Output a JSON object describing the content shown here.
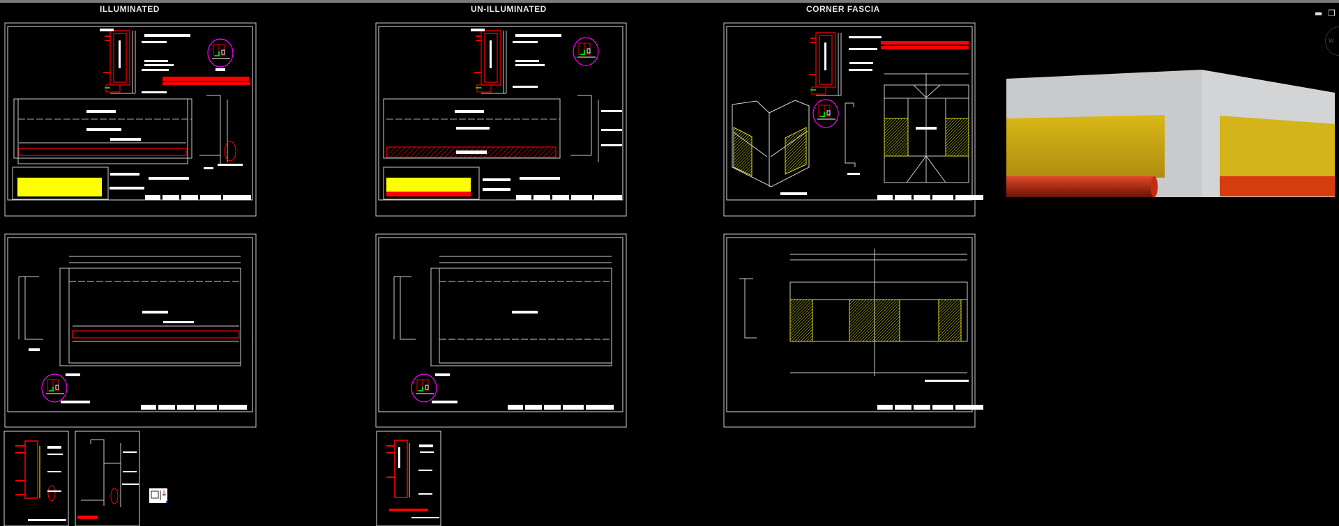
{
  "sections": [
    {
      "title": "ILLUMINATED"
    },
    {
      "title": "UN-ILLUMINATED"
    },
    {
      "title": "CORNER FASCIA"
    }
  ],
  "window_controls": {
    "minimize_icon": "minimize-icon",
    "restore_icon": "restore-icon"
  },
  "viewcube": {
    "label": "W"
  },
  "colors": {
    "background": "#000000",
    "linework": "#ffffff",
    "fascia_red": "#ff0000",
    "fascia_yellow": "#ffff00",
    "detail_magenta": "#ff00ff",
    "render_yellow": "#d8b414",
    "render_red": "#d63a10",
    "render_wall": "#cfd1d3"
  }
}
